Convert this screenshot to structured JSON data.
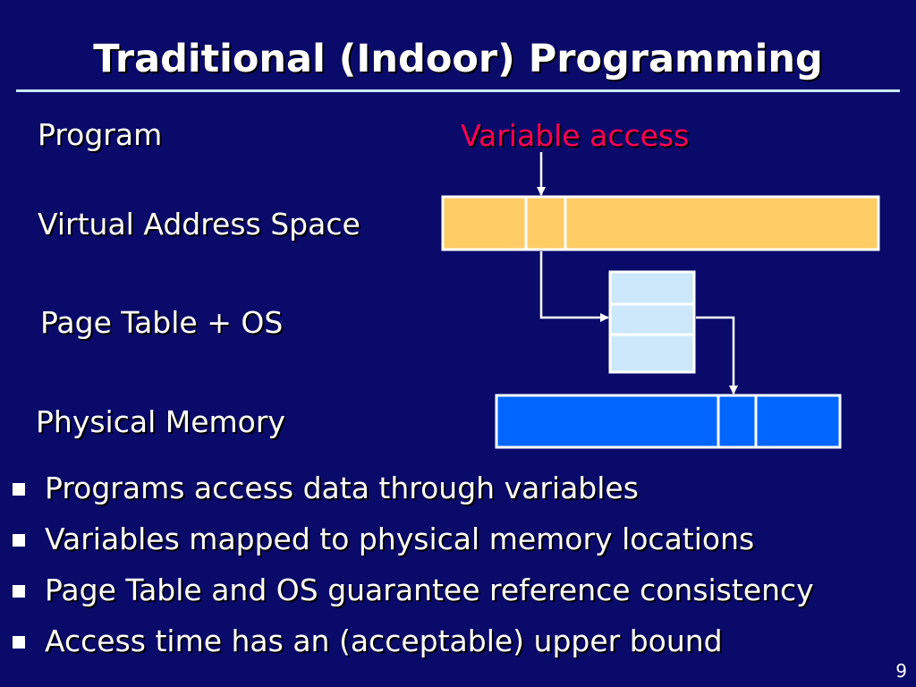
{
  "slide": {
    "title": "Traditional (Indoor) Programming",
    "page_number": "9"
  },
  "diagram": {
    "labels": {
      "program": "Program",
      "virtual_address_space": "Virtual Address Space",
      "page_table_os": "Page Table + OS",
      "physical_memory": "Physical Memory",
      "variable_access": "Variable access"
    },
    "colors": {
      "background": "#0a0a6b",
      "virtual_space_fill": "#ffcc66",
      "page_table_fill": "#cce8fa",
      "physical_memory_fill": "#0066ff",
      "access_label": "#ff0055",
      "rule": "#cce8ff",
      "stroke": "#ffffff"
    }
  },
  "bullets": [
    "Programs access data through variables",
    "Variables mapped to physical memory locations",
    "Page Table and OS guarantee reference consistency",
    "Access time has an (acceptable) upper bound"
  ]
}
